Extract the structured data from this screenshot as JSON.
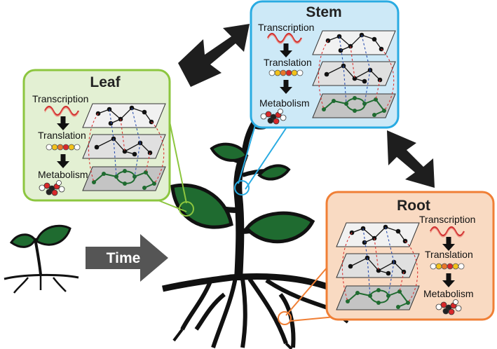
{
  "time_label": "Time",
  "panels": {
    "leaf": {
      "title": "Leaf",
      "steps": [
        "Transcription",
        "Translation",
        "Metabolism"
      ],
      "color": "#8cc63f",
      "fill": "#e3f0d3"
    },
    "stem": {
      "title": "Stem",
      "steps": [
        "Transcription",
        "Translation",
        "Metabolism"
      ],
      "color": "#29abe2",
      "fill": "#cde9f7"
    },
    "root": {
      "title": "Root",
      "steps": [
        "Transcription",
        "Translation",
        "Metabolism"
      ],
      "color": "#f07f35",
      "fill": "#f9dac2"
    }
  },
  "colors": {
    "plant_leaf": "#1f6b30",
    "plant_outline": "#111111",
    "arrow_dark": "#1e1e1e",
    "time_arrow": "#555555",
    "wave": "#d03030",
    "edge_red": "#d83030",
    "edge_blue": "#2a4fb0",
    "node_green": "#1f6b30",
    "bead_colors": [
      "#ffffff",
      "#f2c21a",
      "#e8762a",
      "#d8282a",
      "#f2c21a",
      "#ffffff"
    ]
  },
  "icons": {
    "bidirectional_arrow": "double-headed-arrow-icon",
    "time_arrow": "right-arrow-icon",
    "mrna": "mrna-wave-icon",
    "protein": "protein-beads-icon",
    "metabolite": "metabolite-cluster-icon"
  }
}
